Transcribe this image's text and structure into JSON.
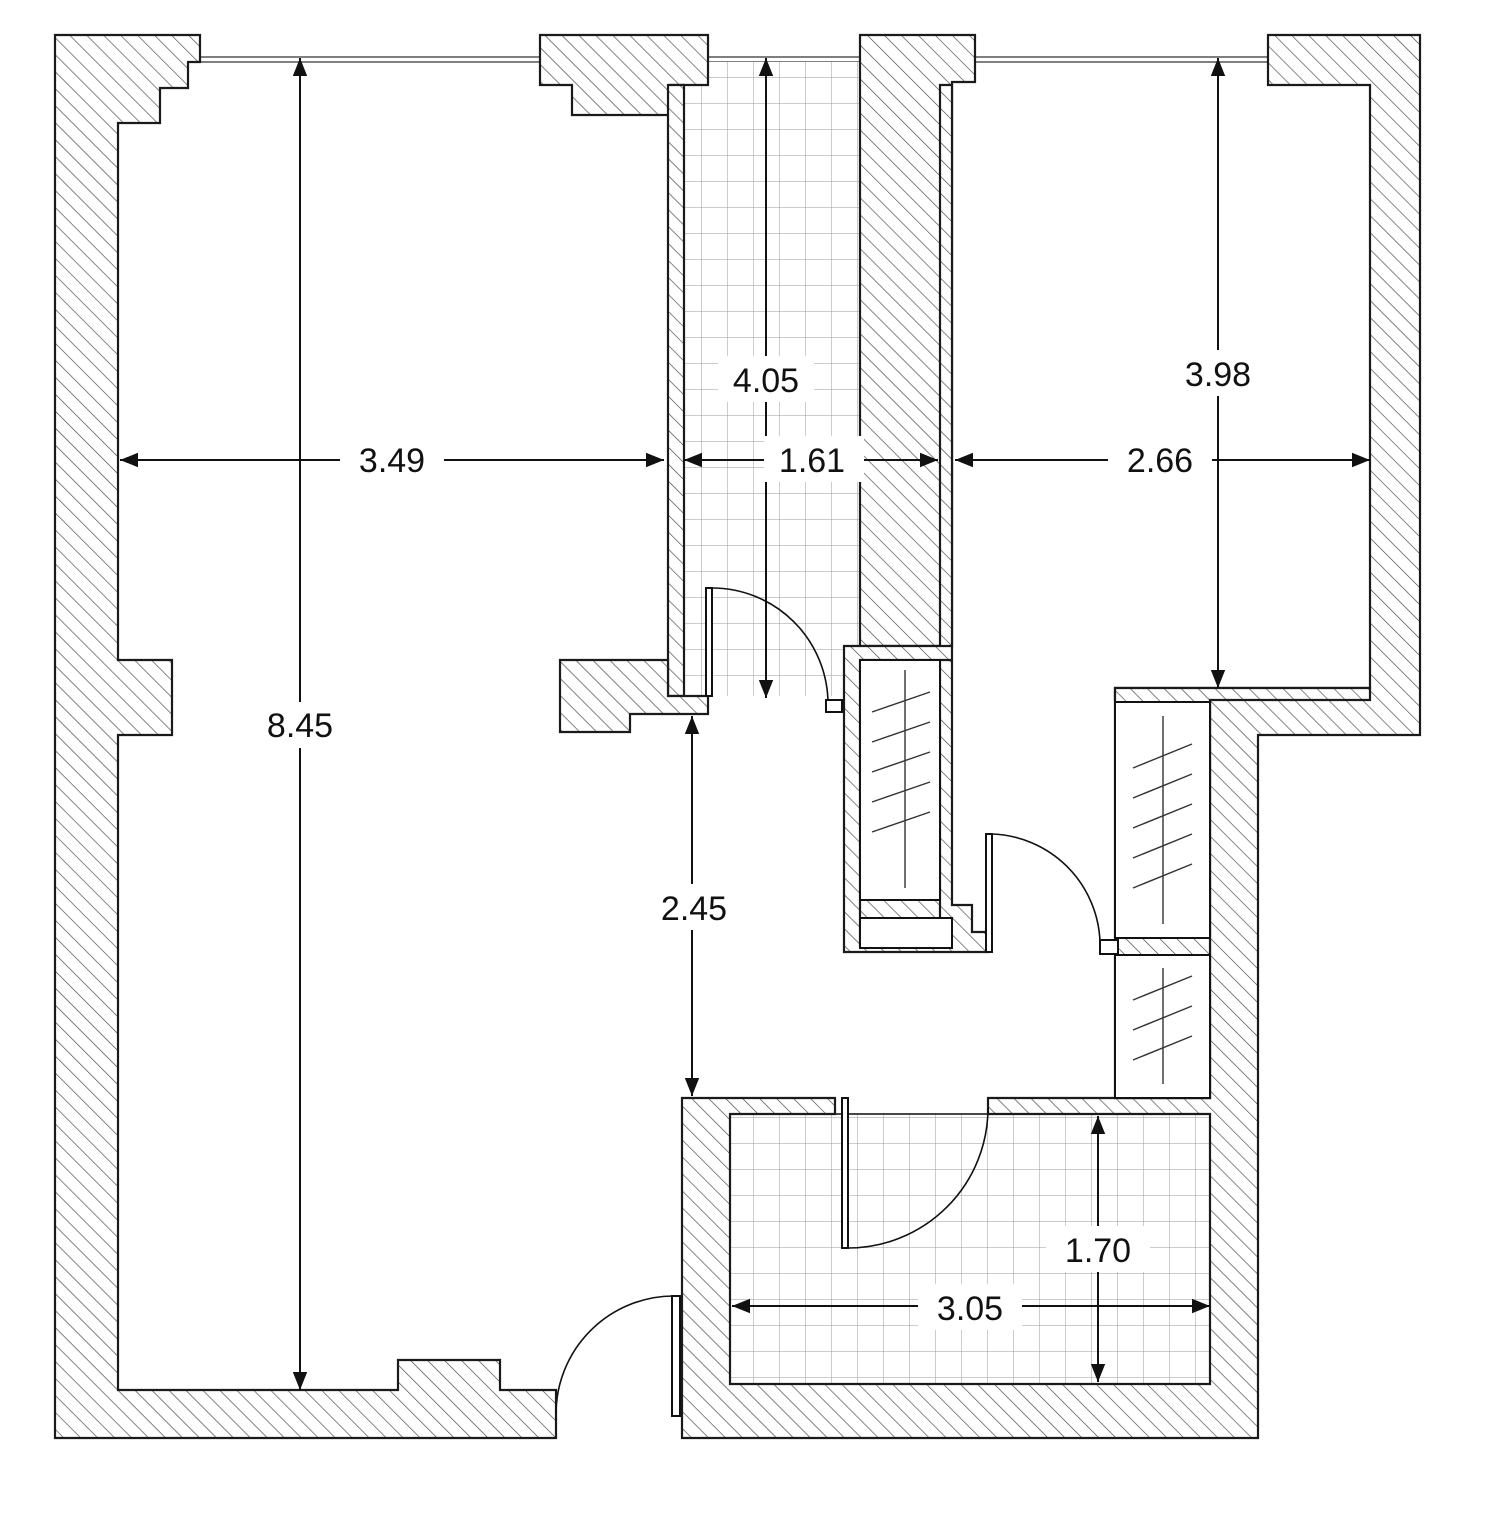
{
  "diagram": {
    "kind": "floor-plan",
    "dimensions": [
      {
        "id": "dim-left-room-height",
        "label": "8.45"
      },
      {
        "id": "dim-left-room-width",
        "label": "3.49"
      },
      {
        "id": "dim-corridor-length",
        "label": "4.05"
      },
      {
        "id": "dim-corridor-width",
        "label": "1.61"
      },
      {
        "id": "dim-right-room-height",
        "label": "3.98"
      },
      {
        "id": "dim-right-room-width",
        "label": "2.66"
      },
      {
        "id": "dim-hall-length",
        "label": "2.45"
      },
      {
        "id": "dim-bath-height",
        "label": "1.70"
      },
      {
        "id": "dim-bath-width",
        "label": "3.05"
      }
    ]
  }
}
